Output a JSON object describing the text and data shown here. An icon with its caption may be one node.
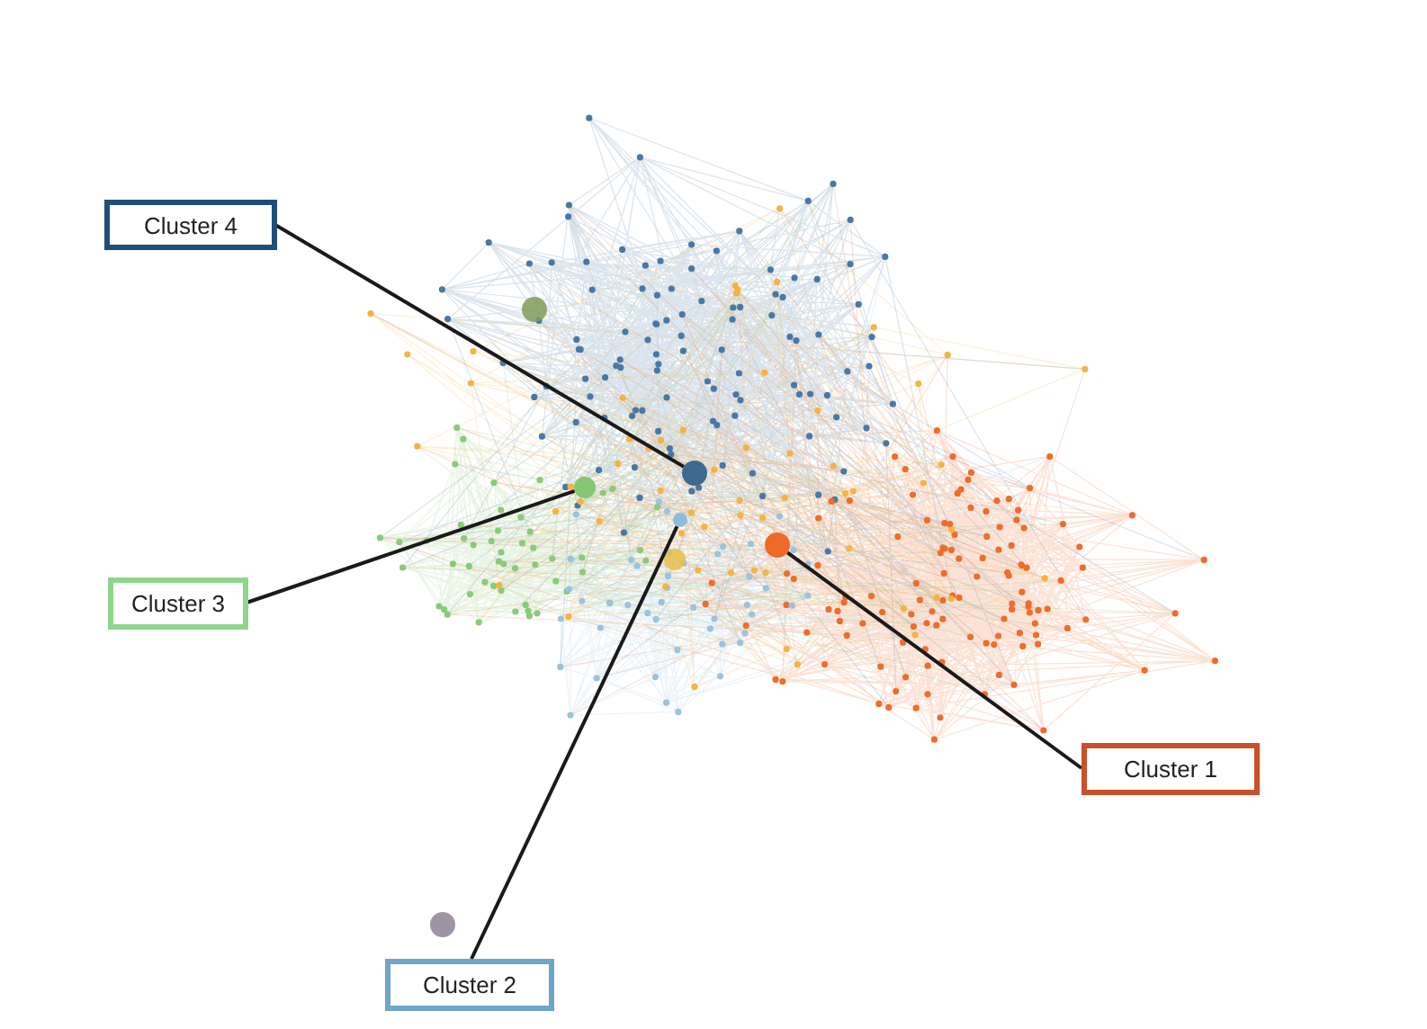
{
  "diagram": {
    "nodes": [
      {
        "text": [
          "Cluster 4"
        ]
      },
      {
        "text": [
          "Cluster 3"
        ]
      },
      {
        "text": [
          "Cluster 1"
        ]
      },
      {
        "text": [
          "Cluster 2"
        ]
      },
      {
        "text": [],
        "shape": "circle"
      },
      {
        "text": [],
        "shape": "circle"
      },
      {
        "text": [],
        "shape": "circle"
      },
      {
        "text": [],
        "shape": "circle"
      }
    ],
    "edges": [
      {
        "from": 0,
        "to": 4,
        "arrow": "none"
      },
      {
        "from": 1,
        "to": 5,
        "arrow": "none"
      },
      {
        "from": 2,
        "to": 6,
        "arrow": "none"
      },
      {
        "from": 3,
        "to": 7,
        "arrow": "none"
      }
    ]
  }
}
